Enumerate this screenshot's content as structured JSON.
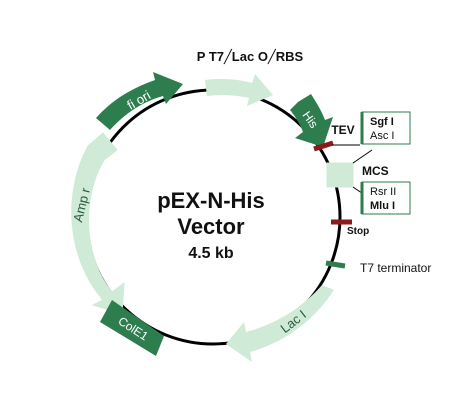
{
  "title": {
    "line1": "pEX-N-His",
    "line2": "Vector",
    "size": "4.5 kb"
  },
  "features": {
    "promoter": "P T7╱Lac O╱RBS",
    "fi_ori": "fi ori",
    "his": "His",
    "tev": "TEV",
    "mcs": "MCS",
    "stop": "Stop",
    "t7_terminator": "T7 terminator",
    "lac_i": "Lac I",
    "cole1": "ColE1",
    "amp_r": "Amp r"
  },
  "mcs_top_sites": [
    "Sgf I",
    "Asc I"
  ],
  "mcs_bottom_sites": [
    "Rsr II",
    "Mlu I"
  ],
  "colors": {
    "dark_green": "#2e7d4f",
    "light_green": "#cfead6",
    "marker_red": "#8b1a1a",
    "marker_green": "#2e7d4f",
    "backbone": "#000000"
  }
}
